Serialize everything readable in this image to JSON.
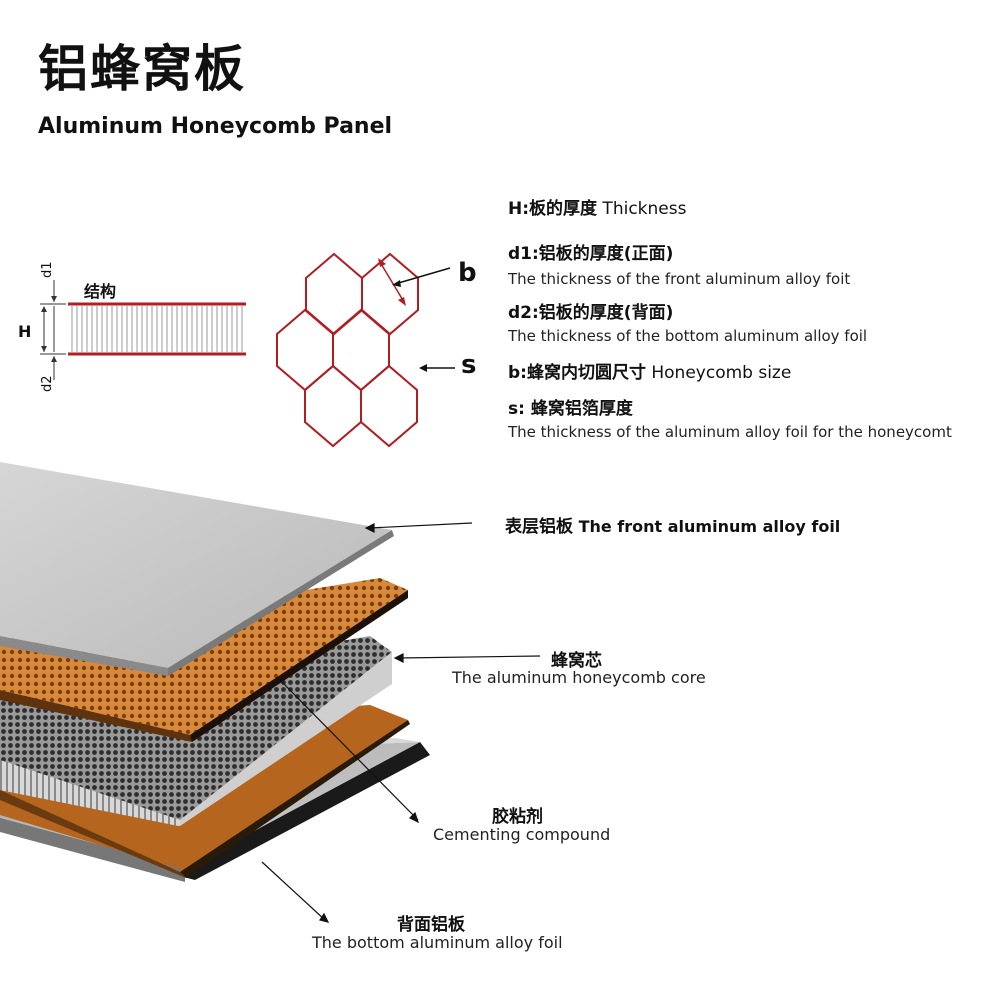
{
  "title": {
    "cn": "铝蜂窝板",
    "en": "Aluminum Honeycomb Panel"
  },
  "structure": {
    "label": "结构",
    "H": "H",
    "d1": "d1",
    "d2": "d2"
  },
  "hexagon": {
    "b": "b",
    "s": "s",
    "stroke_color": "#b01e23"
  },
  "legend": [
    {
      "head": "H:板的厚度",
      "head_en": " Thickness",
      "sub": ""
    },
    {
      "head": "d1:铝板的厚度(正面)",
      "head_en": "",
      "sub": "The thickness of the front aluminum alloy foit"
    },
    {
      "head": "d2:铝板的厚度(背面)",
      "head_en": "",
      "sub": "The thickness of the bottom aluminum alloy foil"
    },
    {
      "head": "b:蜂窝内切圆尺寸",
      "head_en": " Honeycomb size",
      "sub": ""
    },
    {
      "head": "s: 蜂窝铝箔厚度",
      "head_en": "",
      "sub": "The thickness of the aluminum alloy foil for the honeycomt"
    }
  ],
  "layers": {
    "front": {
      "cn": "表层铝板",
      "en": " The front aluminum alloy foil"
    },
    "core": {
      "cn": "蜂窝芯",
      "en": "The aluminum honeycomb core"
    },
    "adhesive": {
      "cn": "胶粘剂",
      "en": "Cementing compound"
    },
    "bottom": {
      "cn": "背面铝板",
      "en": "The bottom aluminum alloy foil"
    }
  },
  "colors": {
    "adhesive": "#b5651d",
    "aluminum": "#c9c9c9",
    "core": "#8a8a8a"
  }
}
